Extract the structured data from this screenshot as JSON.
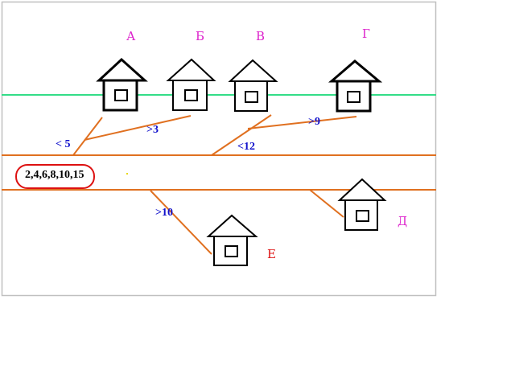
{
  "colors": {
    "frame": "#c0c0c0",
    "green_road": "#33dd88",
    "orange_road": "#e07020",
    "house": "#000000",
    "house_label_pink": "#dd22cc",
    "house_label_red": "#dd1111",
    "condition_text": "#1111cc",
    "oval": "#dd1111",
    "oval_text": "#000000"
  },
  "houses": {
    "a": "А",
    "b": "Б",
    "v": "В",
    "g": "Г",
    "d": "Д",
    "e": "Е"
  },
  "conditions": {
    "a": "< 5",
    "b": ">3",
    "v": "<12",
    "g": ">9",
    "e": ">10",
    "d": ""
  },
  "number_oval": "2,4,6,8,10,15"
}
